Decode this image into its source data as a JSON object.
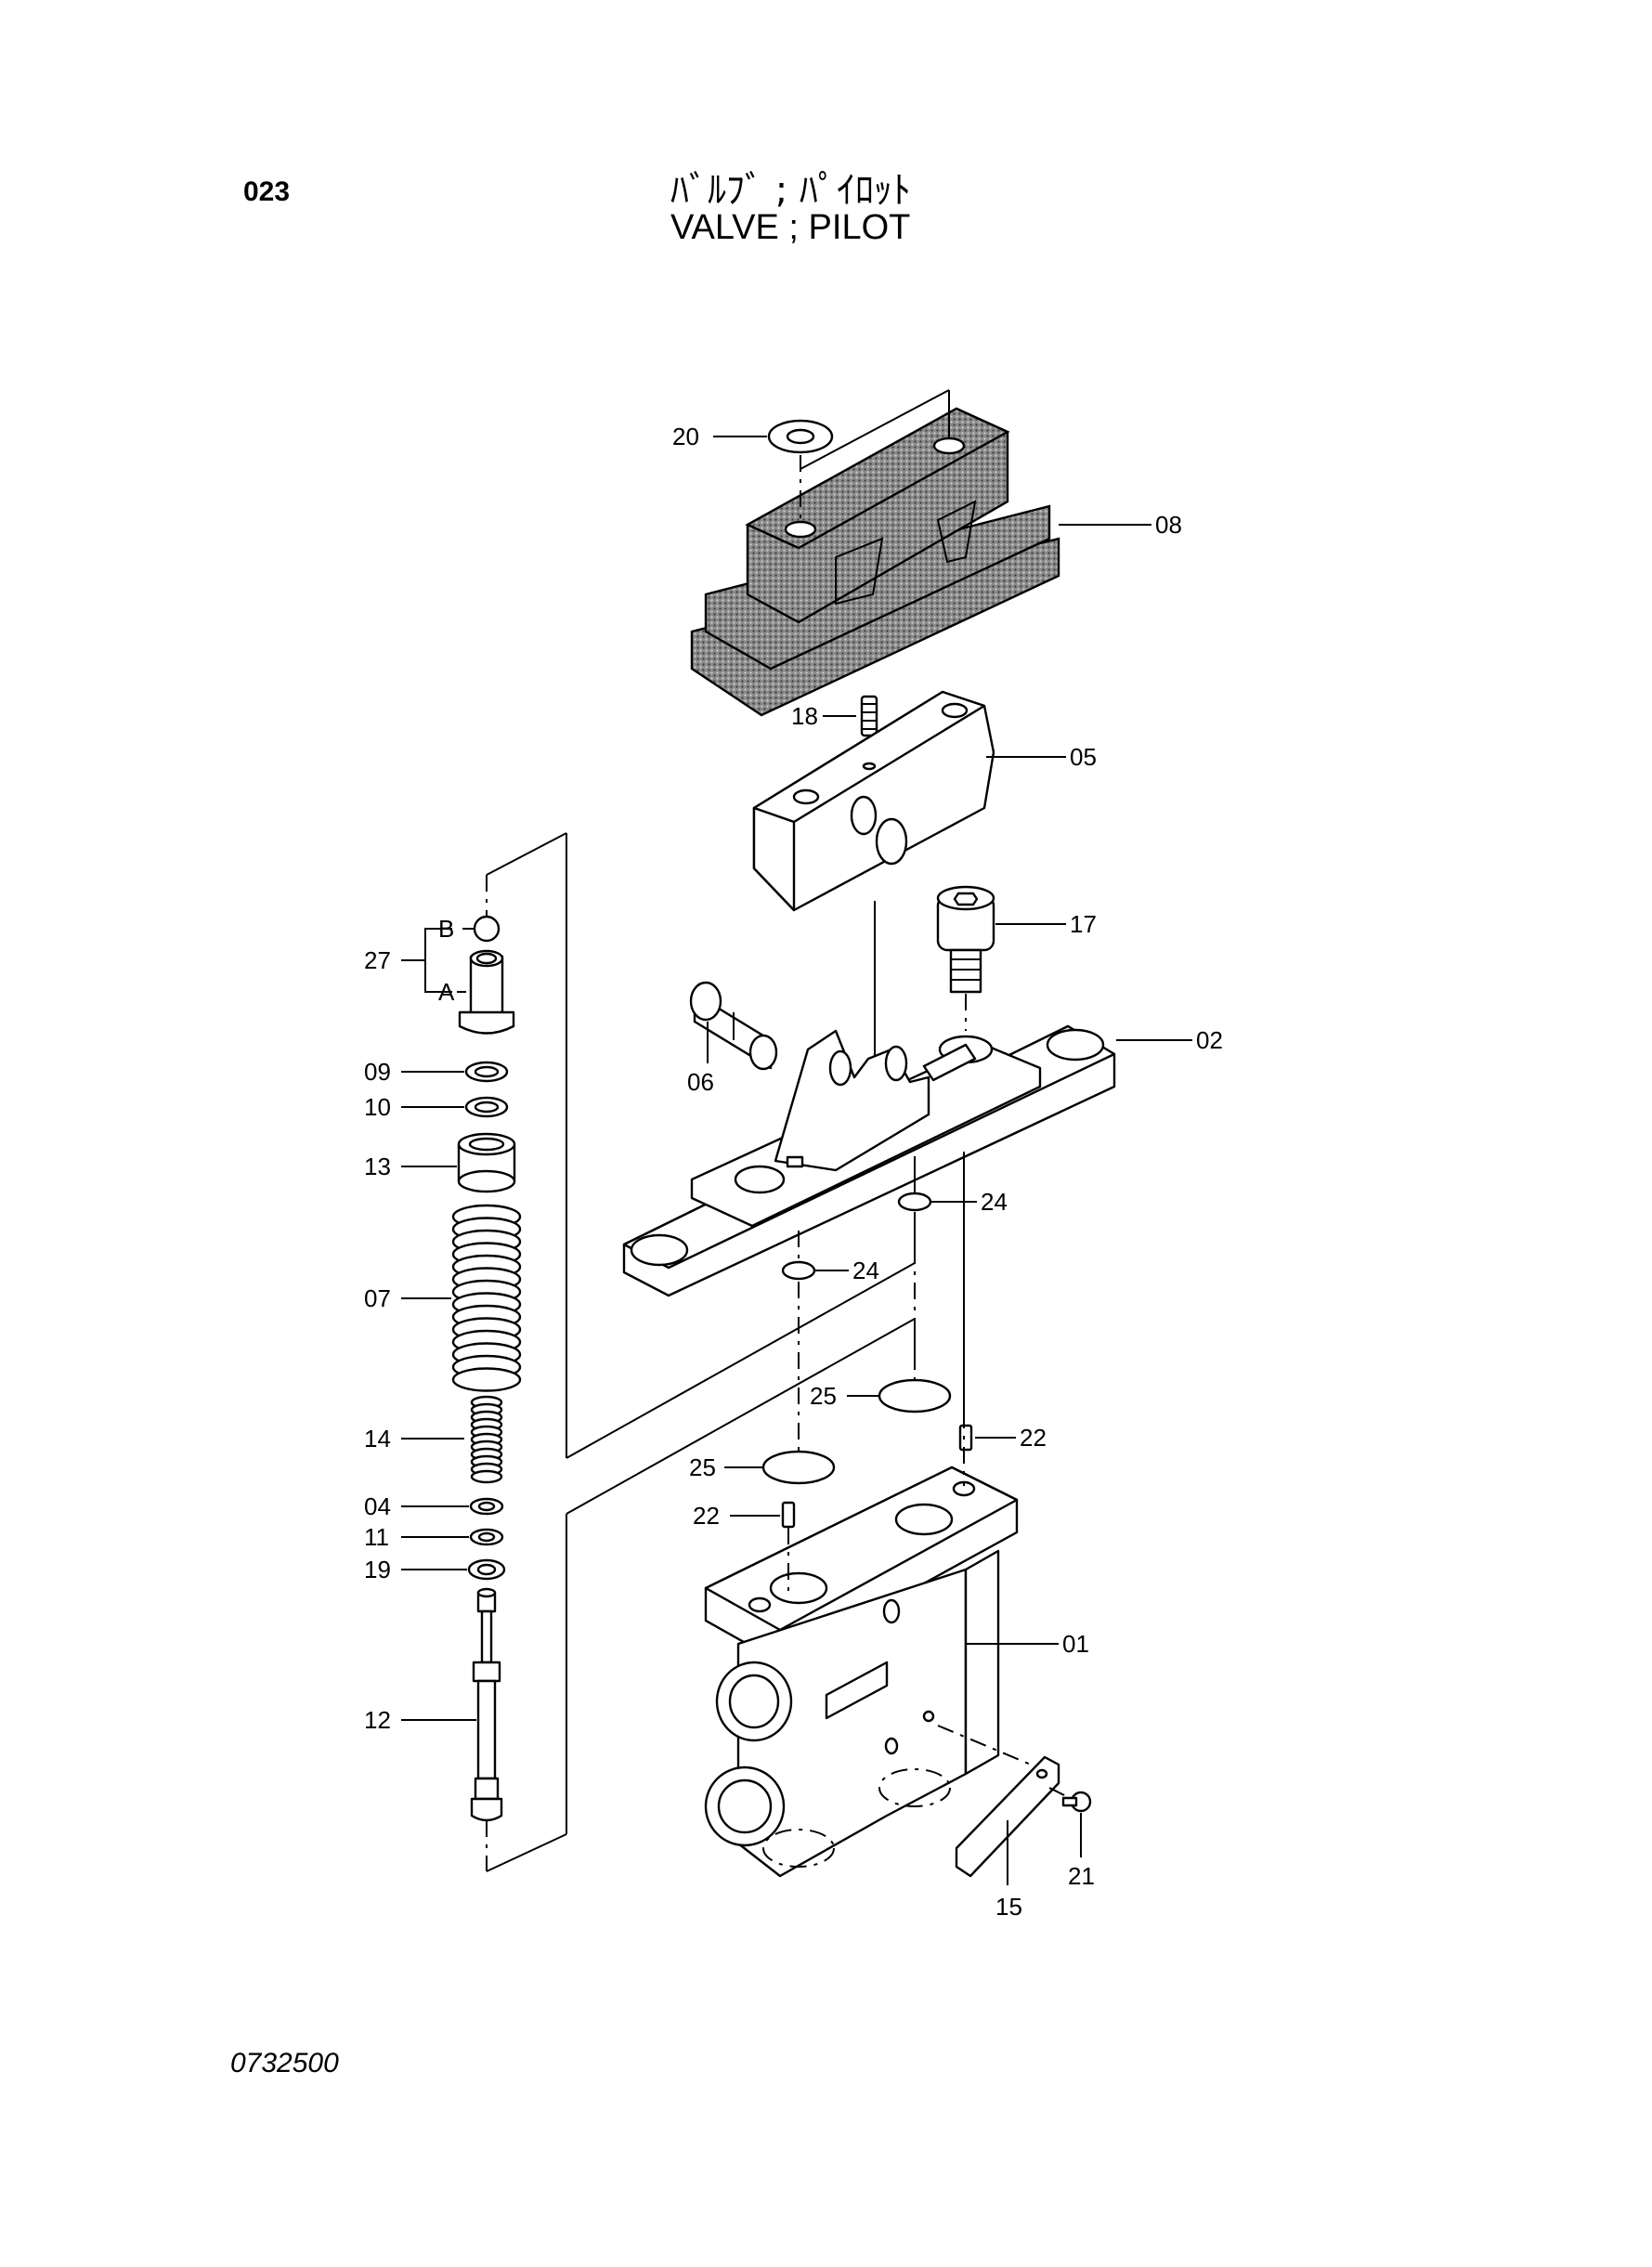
{
  "header": {
    "page_number": "023",
    "title_jp": "ﾊﾞﾙﾌﾞ ; ﾊﾟｲﾛｯﾄ",
    "title_en": "VALVE ; PILOT"
  },
  "footer": {
    "drawing_number": "0732500"
  },
  "callouts": {
    "p01": "01",
    "p02": "02",
    "p04": "04",
    "p05": "05",
    "p06": "06",
    "p07": "07",
    "p08": "08",
    "p09": "09",
    "p10": "10",
    "p11": "11",
    "p12": "12",
    "p13": "13",
    "p14": "14",
    "p15": "15",
    "p17": "17",
    "p18": "18",
    "p19": "19",
    "p20": "20",
    "p21": "21",
    "p22": "22",
    "p24": "24",
    "p25": "25",
    "p27": "27",
    "sub_a": "A",
    "sub_b": "B"
  }
}
